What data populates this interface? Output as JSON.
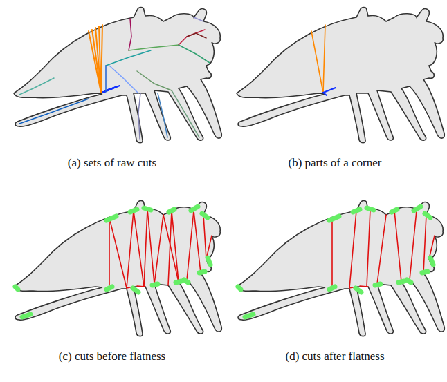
{
  "diagram": {
    "labels": [
      "(a) sets of raw cuts",
      "(b) parts of a corner",
      "(c) cuts before flatness",
      "(d) cuts after flatness"
    ]
  }
}
